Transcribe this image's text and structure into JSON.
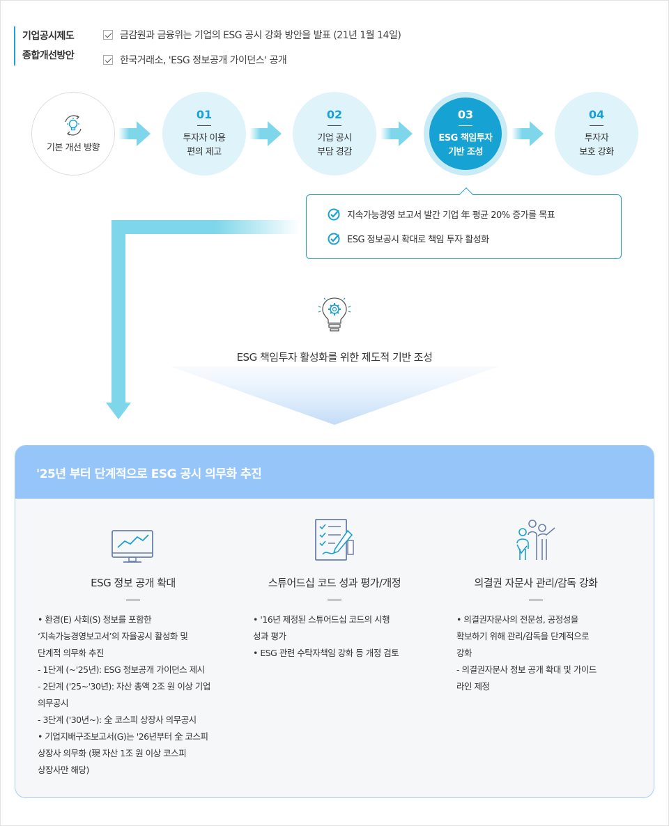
{
  "header": {
    "title_line1": "기업공시제도",
    "title_line2": "종합개선방안",
    "items": [
      "금감원과 금융위는 기업의 ESG 공시 강화 방안을 발표 (21년 1월 14일)",
      "한국거래소, 'ESG 정보공개 가이던스' 공개"
    ]
  },
  "base_step": {
    "label": "기본 개선 방향",
    "icon": "lightbulb-cycle-icon"
  },
  "steps": [
    {
      "num": "01",
      "line1": "투자자 이용",
      "line2": "편의 제고"
    },
    {
      "num": "02",
      "line1": "기업 공시",
      "line2": "부담 경감"
    },
    {
      "num": "03",
      "line1": "ESG 책임투자",
      "line2": "기반 조성"
    },
    {
      "num": "04",
      "line1": "투자자",
      "line2": "보호 강화"
    }
  ],
  "callout": {
    "items": [
      "지속가능경영 보고서 발간 기업 年 평균 20% 증가를 목표",
      "ESG 정보공시 확대로 책임 투자 활성화"
    ]
  },
  "center": {
    "text": "ESG 책임투자 활성화를 위한 제도적 기반 조성",
    "icon": "lightbulb-gear-icon"
  },
  "panel": {
    "title": "'25년 부터 단계적으로 ESG 공시 의무화 추진",
    "columns": [
      {
        "title": "ESG 정보 공개 확대",
        "icon": "monitor-chart-icon",
        "lines": [
          "• 환경(E) 사회(S) 정보를 포함한",
          "‘지속가능경영보고서’의 자율공시 활성화 및",
          "단계적 의무화 추진",
          "- 1단계 (~'25년): ESG 정보공개 가이던스 제시",
          "- 2단계 ('25~'30년): 자산 총액 2조 원 이상 기업",
          "   의무공시",
          "- 3단계 ('30년~): 全 코스피 상장사 의무공시",
          "• 기업지배구조보고서(G)는 '26년부터 全 코스피",
          "   상장사 의무화 (現 자산 1조 원 이상 코스피",
          "   상장사만 해당)"
        ]
      },
      {
        "title": "스튜어드십 코드 성과 평가/개정",
        "icon": "checklist-pen-icon",
        "lines": [
          "• '16년 제정된 스튜어드십 코드의 시행",
          "   성과 평가",
          "•  ESG 관련 수탁자책임 강화 등 개정 검토"
        ]
      },
      {
        "title": "의결권 자문사 관리/감독 강화",
        "icon": "people-presentation-icon",
        "lines": [
          "• 의결권자문사의 전문성, 공정성을",
          "   확보하기 위해 관리/감독을 단계적으로",
          "   강화",
          "- 의결권자문사 정보 공개 확대 및 가이드",
          "   라인 제정"
        ]
      }
    ]
  },
  "colors": {
    "accent": "#1aa0d4",
    "arrow": "#7dd6ea",
    "circle_light": "#def3fa",
    "panel_head": "#96c5fa"
  }
}
